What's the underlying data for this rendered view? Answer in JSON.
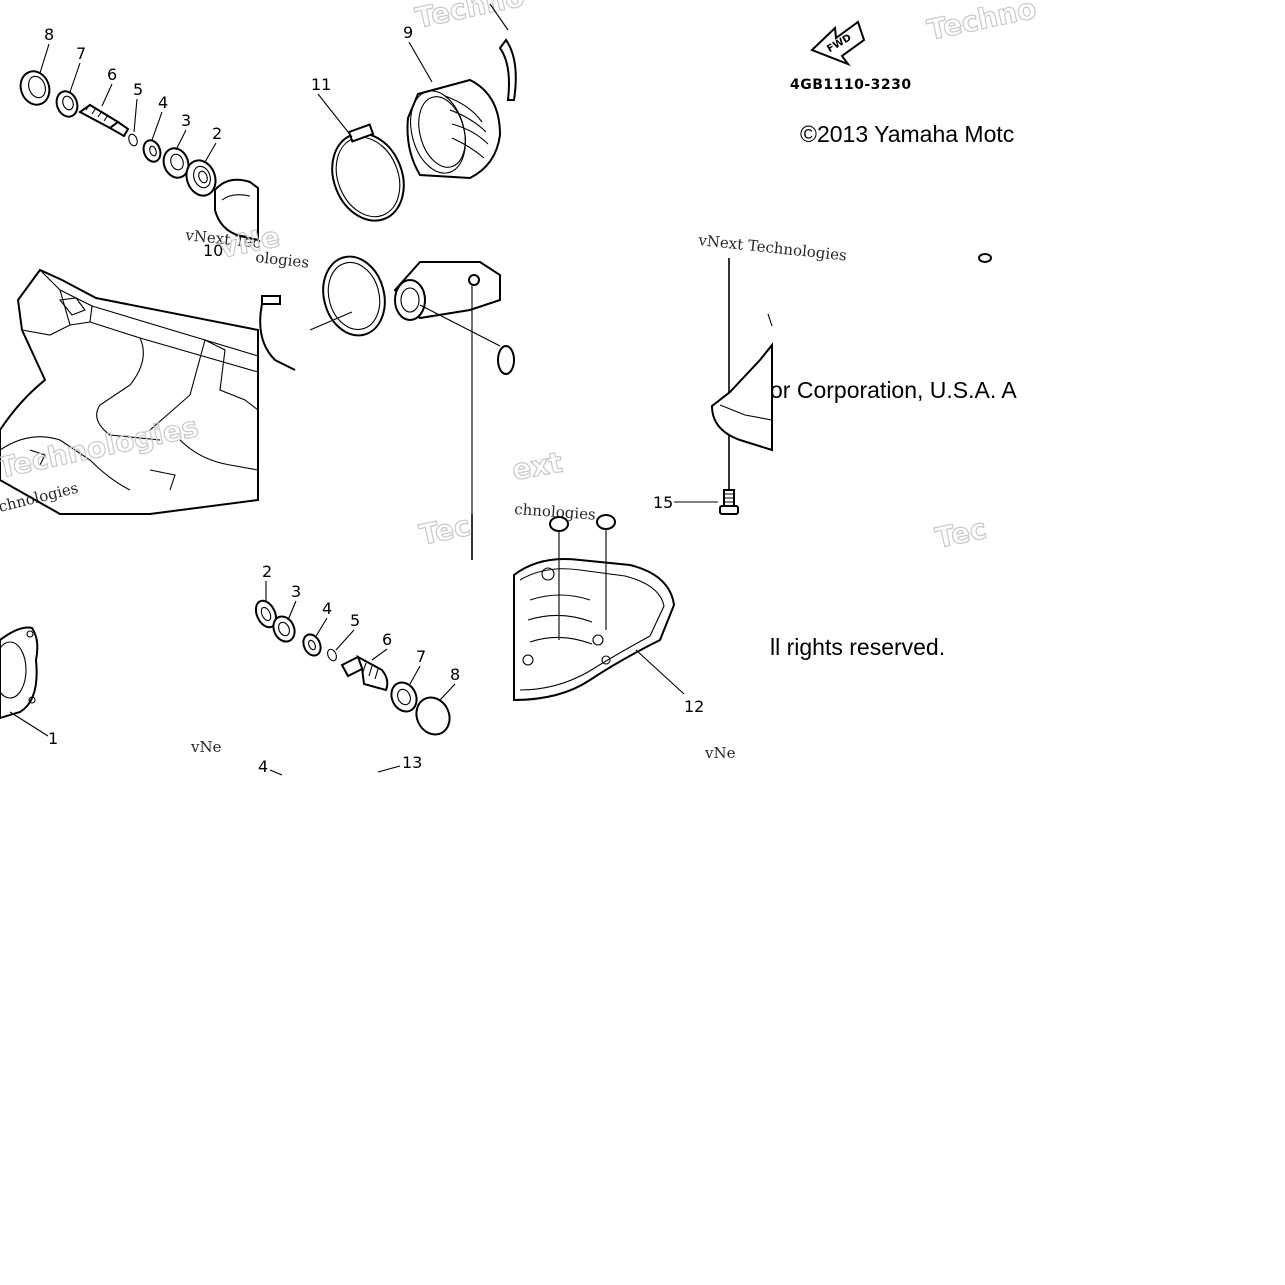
{
  "diagram": {
    "part_number_code": "4GB1110-3230",
    "fwd_label": "FWD",
    "copyright_fragments": [
      "©2013 Yamaha Motc",
      "or Corporation, U.S.A. A",
      "ll rights reserved."
    ],
    "watermarks": {
      "vnext_technologies": "vNext Technologies",
      "vnext_tec": "vNext Tec",
      "vnext": "vNext",
      "vne": "vNe",
      "techno": "Techno",
      "tec": "Tec",
      "ext": "ext",
      "chnologies": "chnologies",
      "technologies": "Technologies"
    },
    "callouts_top_left": [
      "8",
      "7",
      "6",
      "5",
      "4",
      "3",
      "2",
      "10"
    ],
    "callouts_top_mid": [
      "9",
      "11"
    ],
    "callouts_bottom": [
      "2",
      "3",
      "4",
      "5",
      "6",
      "7",
      "8",
      "1",
      "13",
      "4",
      "12",
      "15"
    ]
  }
}
